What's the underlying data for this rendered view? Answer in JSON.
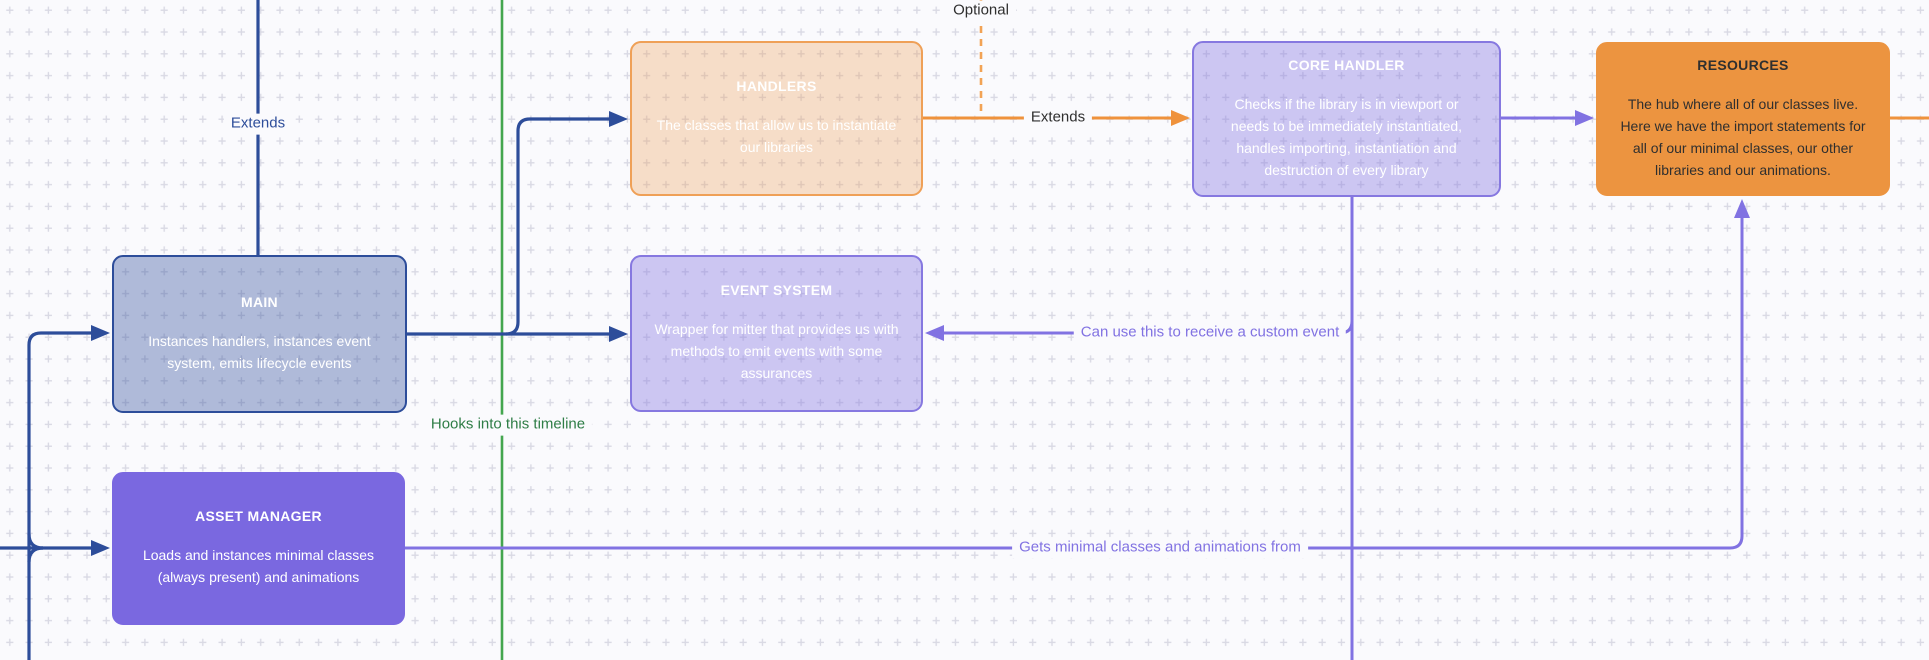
{
  "canvas": {
    "background": "#fafafd",
    "dot_grid_color": "#d9d9e4"
  },
  "colors": {
    "navy_connector": "#2d4d9a",
    "orange_connector": "#ef923c",
    "purple_connector": "#8172e2",
    "green_line": "#44a64f",
    "dark_label_text": "#2f2f2f",
    "handlers_border": "#efa057",
    "purple_box_border": "#8678e0",
    "resources_fill": "#ec9440",
    "asset_manager_fill": "#7a68e0"
  },
  "nodes": [
    {
      "id": "handlers",
      "title": "HANDLERS",
      "body": "The classes that allow us to instantiate\nour libraries"
    },
    {
      "id": "core-handler",
      "title": "CORE HANDLER",
      "body": "Checks if the library is in viewport or\nneeds to be immediately instantiated,\nhandles importing, instantiation and\ndestruction of every library"
    },
    {
      "id": "resources",
      "title": "RESOURCES",
      "body": "The hub where all of our classes live.\nHere we have the import statements for\nall of our minimal classes, our other\nlibraries and our animations."
    },
    {
      "id": "main",
      "title": "MAIN",
      "body": "Instances handlers, instances event\nsystem, emits lifecycle events"
    },
    {
      "id": "event-system",
      "title": "EVENT SYSTEM",
      "body": "Wrapper for mitter that provides us with\nmethods to emit events with some\nassurances"
    },
    {
      "id": "asset-manager",
      "title": "ASSET MANAGER",
      "body": "Loads and instances minimal classes\n(always present) and animations"
    }
  ],
  "edges": [
    {
      "id": "extends-into-main",
      "label": "Extends",
      "color": "#2d4d9a",
      "style": "solid"
    },
    {
      "id": "optional-into-extends-line",
      "label": "Optional",
      "color": "#2f2f2f",
      "style": "dashed-orange"
    },
    {
      "id": "handlers-extends-core-handler",
      "label": "Extends",
      "color": "#2f2f2f",
      "style": "solid-orange"
    },
    {
      "id": "core-handler-to-event-system",
      "label": "Can use this to receive a custom event",
      "color": "#8172e2",
      "style": "solid-purple"
    },
    {
      "id": "green-timeline",
      "label": "Hooks into this timeline",
      "color": "#2e7d46",
      "style": "solid-green"
    },
    {
      "id": "asset-manager-to-resources",
      "label": "Gets minimal classes and animations from",
      "color": "#8172e2",
      "style": "solid-purple"
    }
  ]
}
